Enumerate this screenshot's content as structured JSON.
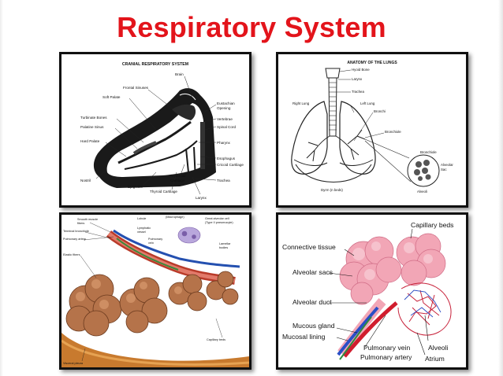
{
  "slide": {
    "title": "Respiratory System",
    "title_color": "#e3141b"
  },
  "cranial": {
    "heading": "CRANIAL RESPIRATORY SYSTEM",
    "labels": {
      "brain": "Brain",
      "frontal_sinuses": "Frontal Sinuses",
      "soft_palate": "Soft Palate",
      "turbinate_bones": "Turbinate Bones",
      "palatine_sinus": "Palatine Sinus",
      "hard_palate": "Hard Palate",
      "nostril": "Nostril",
      "epiglottis": "Epiglottis",
      "thyroid_cartilage": "Thyroid Cartilage",
      "arytenoid": "Arytenoid",
      "cartilage": "Cartilage",
      "larynx": "Larynx",
      "eustachian": "Eustachian",
      "opening": "Opening",
      "vertebrae": "Vertebrae",
      "spinal_cord": "Spinal Cord",
      "pharynx": "Pharynx",
      "esophagus": "Esophagus",
      "cricoid": "Cricoid Cartilage",
      "trachea": "Trachea"
    }
  },
  "lungs": {
    "heading": "ANATOMY OF THE LUNGS",
    "labels": {
      "hyoid": "Hyoid Bone",
      "larynx": "Larynx",
      "trachea": "Trachea",
      "right_lung": "Right Lung",
      "left_lung": "Left Lung",
      "bronchi": "Bronchi",
      "bronchiole": "Bronchiole",
      "bronchiole2": "Bronchiole",
      "alveolar": "Alveolar",
      "sac": "Sac",
      "alveoli": "Alveoli",
      "diaphragm": "Dyrm (n beds)"
    }
  },
  "alveoli_detail": {
    "labels": {
      "smooth_muscle": "Smooth muscle",
      "fibers": "fibers",
      "terminal_bronchiole": "Terminal bronchiole",
      "pulmonary_artery": "Pulmonary artery",
      "lobule": "Lobule",
      "lymphatic": "Lymphatic",
      "vessel": "vessel",
      "pulmonary": "Pulmonary",
      "vein": "vein",
      "elastic": "Elastic fibers",
      "visceral_pleura": "Visceral pleura",
      "capillary_beds": "Capillary beds",
      "alveolar_cell": "Great alveolar cell",
      "type": "(Type II pneumocyte)",
      "lamellar": "Lamellar",
      "bodies": "bodies",
      "top_lbl": "(Macrophage)"
    }
  },
  "sacs": {
    "labels": {
      "capillary_beds": "Capillary beds",
      "connective_tissue": "Connective tissue",
      "alveolar_sacs": "Alveolar sacs",
      "alveolar_duct": "Alveolar duct",
      "mucous_gland": "Mucous gland",
      "mucosal_lining": "Mucosal lining",
      "pulmonary_vein": "Pulmonary vein",
      "pulmonary_artery": "Pulmonary artery",
      "alveoli": "Alveoli",
      "atrium": "Atrium"
    }
  }
}
